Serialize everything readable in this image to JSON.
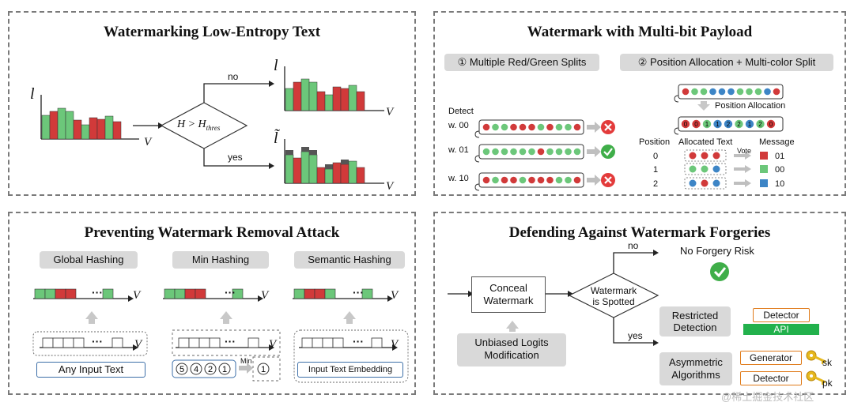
{
  "colors": {
    "red": "#d13a3a",
    "green": "#6cc77a",
    "blue": "#3d85c6",
    "grey": "#d9d9d9",
    "orange": "#e07b1a",
    "dark": "#555555"
  },
  "panel1": {
    "title": "Watermarking Low-Entropy Text",
    "axis_l": "l",
    "axis_v": "V",
    "axis_l_tilde": "l̃",
    "condition": "H > H",
    "condition_sub": "thres",
    "no": "no",
    "yes": "yes"
  },
  "panel2": {
    "title": "Watermark with Multi-bit Payload",
    "left_header": "① Multiple Red/Green Splits",
    "right_header": "② Position Allocation + Multi-color Split",
    "detect": "Detect",
    "rows": [
      "w. 00",
      "w. 01",
      "w. 10"
    ],
    "position_allocation": "Position Allocation",
    "alloc_digits": [
      "0",
      "0",
      "1",
      "1",
      "2",
      "2",
      "1",
      "2",
      "0"
    ],
    "col_position": "Position",
    "col_allocated": "Allocated Text",
    "col_message": "Message",
    "vote": "Vote",
    "positions": [
      "0",
      "1",
      "2"
    ],
    "messages": [
      "01",
      "00",
      "10"
    ]
  },
  "panel3": {
    "title": "Preventing Watermark Removal Attack",
    "labels": [
      "Global Hashing",
      "Min Hashing",
      "Semantic Hashing"
    ],
    "axis_v": "V",
    "dots": "···",
    "any_input": "Any Input Text",
    "input_embedding": "Input Text Embedding",
    "min_digits": [
      "5",
      "4",
      "2",
      "1"
    ],
    "min_label": "Min",
    "min_result": "1"
  },
  "panel4": {
    "title": "Defending Against Watermark Forgeries",
    "conceal": "Conceal Watermark",
    "unbiased": "Unbiased Logits Modification",
    "spotted": "Watermark is Spotted",
    "no": "no",
    "yes": "yes",
    "no_risk": "No Forgery Risk",
    "restricted": "Restricted Detection",
    "detector": "Detector",
    "api": "API",
    "asymmetric": "Asymmetric Algorithms",
    "generator": "Generator",
    "detector2": "Detector",
    "sk": "sk",
    "pk": "pk"
  },
  "footer": {
    "watermark": "@稀土掘金技术社区"
  }
}
